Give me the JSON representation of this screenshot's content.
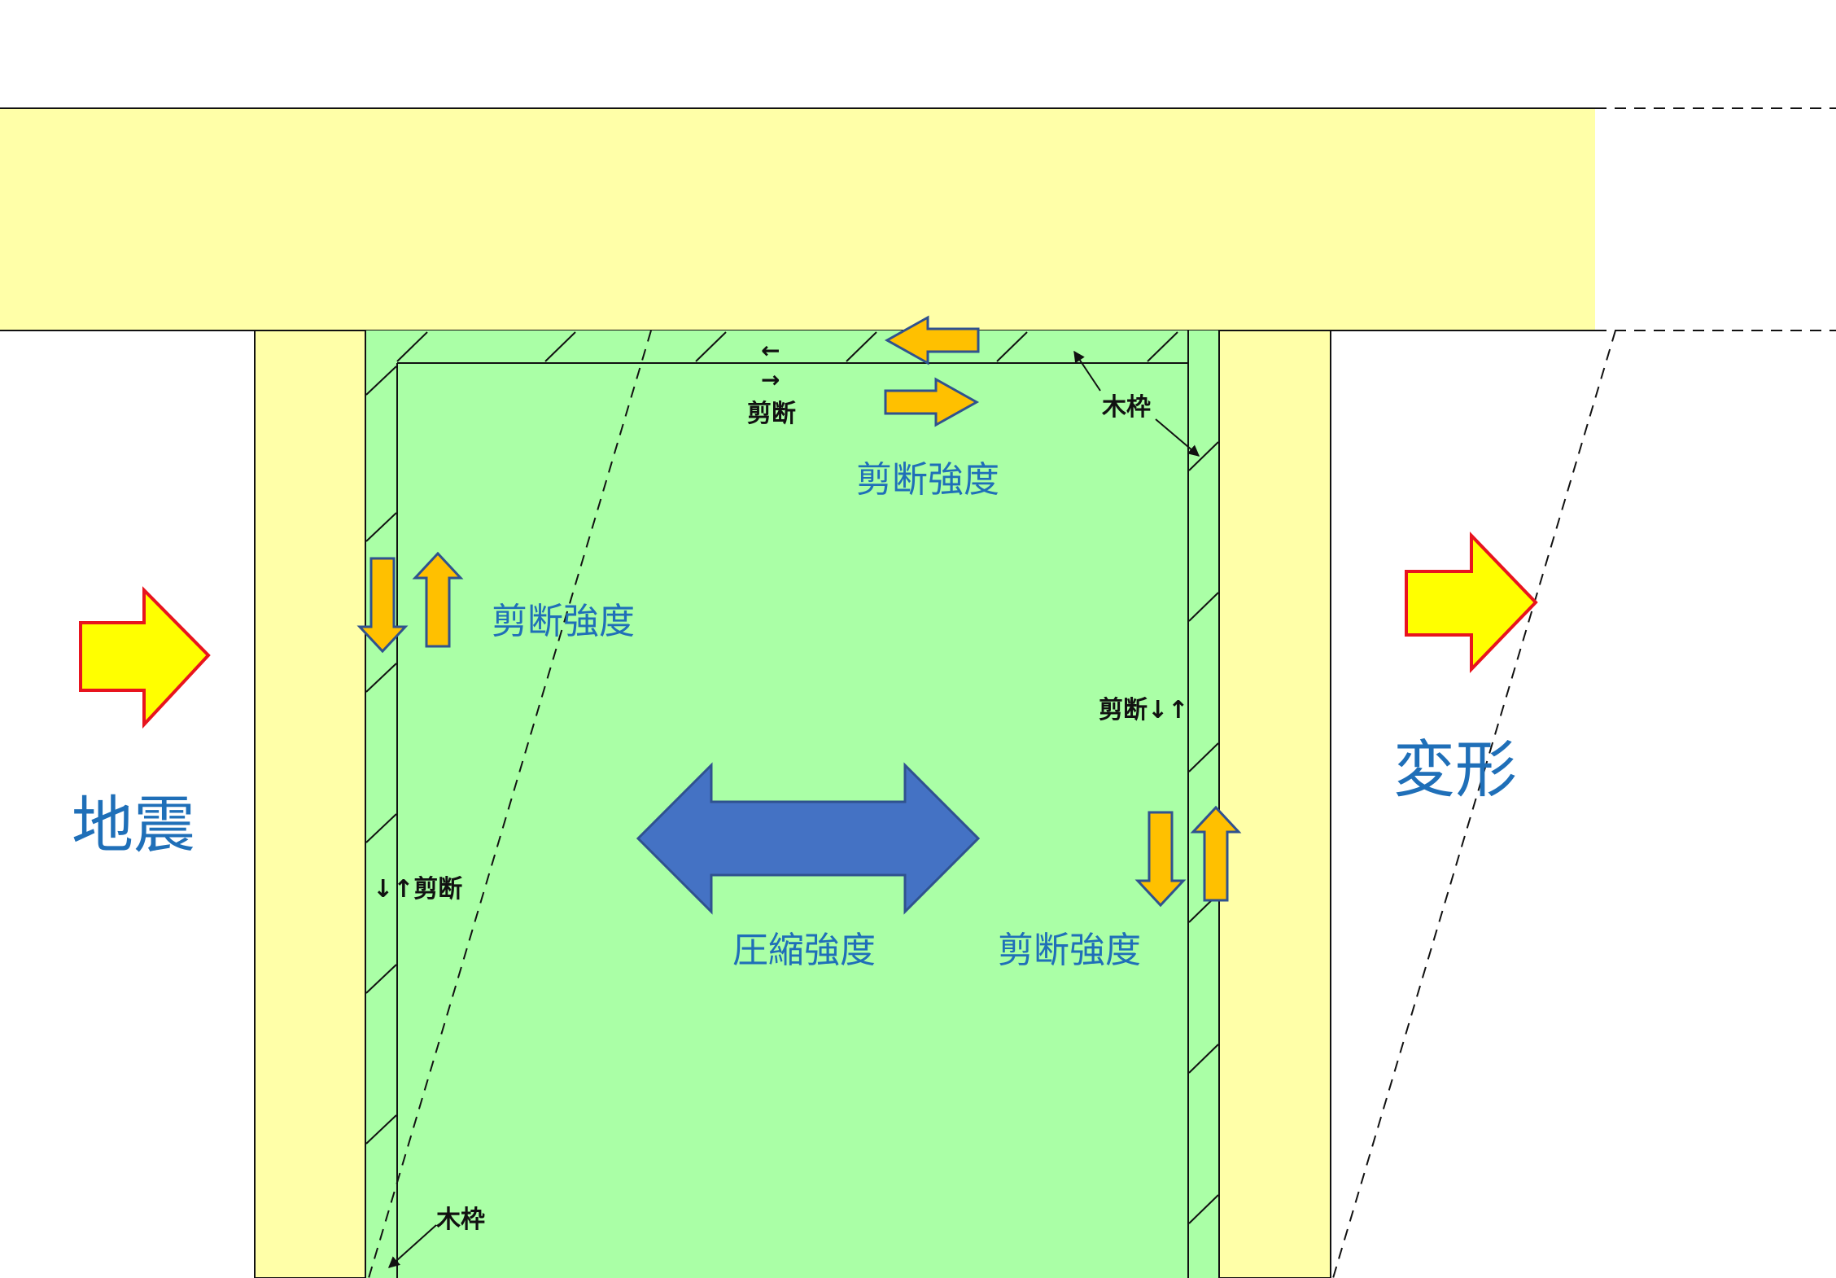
{
  "labels": {
    "earthquake": "地震",
    "deformation": "変形",
    "compressive_strength": "圧縮強度",
    "shear_strength_top": "剪断強度",
    "shear_strength_left": "剪断強度",
    "shear_strength_right": "剪断強度",
    "wood_frame_top": "木枠",
    "wood_frame_bottom": "木枠",
    "shear_top_arrows": "←\n→",
    "shear_top_text": "剪断",
    "shear_left": "↓↑剪断",
    "shear_right": "剪断↓↑"
  },
  "colors": {
    "beam_fill": "#FFFFA8",
    "panel_fill": "#AAFFA6",
    "blue_arrow": "#4472C4",
    "orange_arrow": "#FFC000",
    "yellow_arrow": "#FFFF00",
    "yellow_arrow_stroke": "#E8141E",
    "label_blue": "#1F6FB8"
  }
}
